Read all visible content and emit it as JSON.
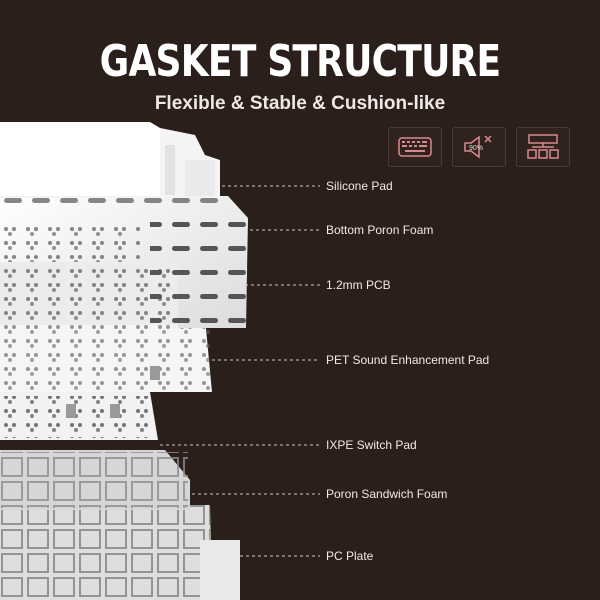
{
  "header": {
    "title": "GASKET STRUCTURE",
    "subtitle": "Flexible & Stable & Cushion-like"
  },
  "icons": [
    {
      "name": "keyboard-icon",
      "text": ""
    },
    {
      "name": "speaker-mute-icon",
      "text": "90%"
    },
    {
      "name": "layout-structure-icon",
      "text": ""
    }
  ],
  "layers": [
    "Silicone Pad",
    "Bottom Poron Foam",
    "1.2mm PCB",
    "PET Sound Enhancement Pad",
    "IXPE Switch Pad",
    "Poron Sandwich Foam",
    "PC Plate"
  ],
  "colors": {
    "background": "#2b1f1b",
    "accent": "#e8d7d5",
    "icon_stroke": "#d98a8e"
  }
}
